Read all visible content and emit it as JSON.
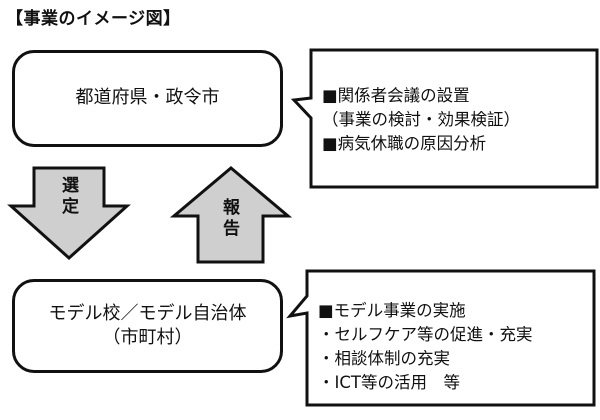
{
  "title": "【事業のイメージ図】",
  "boxes": {
    "top": {
      "line1": "都道府県・政令市"
    },
    "bottom": {
      "line1": "モデル校／モデル自治体",
      "line2": "（市町村）"
    }
  },
  "arrows": {
    "down_label": "選定",
    "up_label": "報告",
    "fill_color": "#cfcfcf",
    "stroke_color": "#111111"
  },
  "notes": {
    "top": [
      "■関係者会議の設置",
      "（事業の検討・効果検証）",
      "■病気休職の原因分析"
    ],
    "bottom": [
      "■モデル事業の実施",
      "・セルフケア等の促進・充実",
      "・相談体制の充実",
      "・ICT等の活用　等"
    ]
  }
}
